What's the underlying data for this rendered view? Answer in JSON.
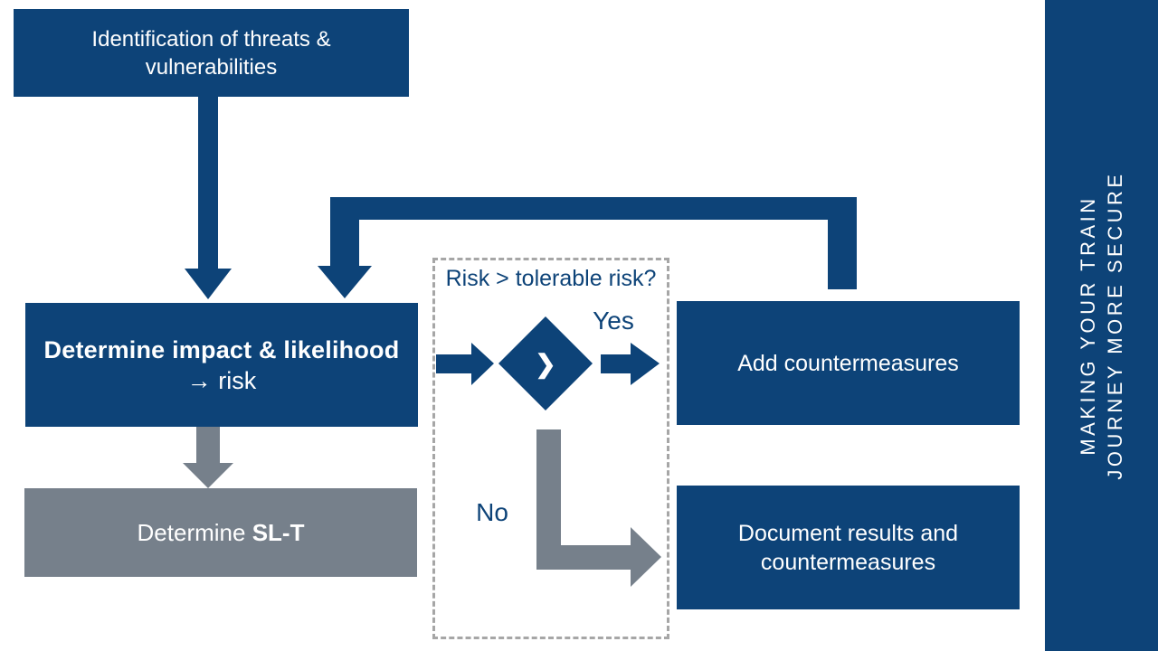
{
  "colors": {
    "navy": "#0d4378",
    "gray": "#76808b",
    "dash": "#a6a6a6",
    "white": "#ffffff"
  },
  "boxes": {
    "identify": {
      "label": "Identification of threats & vulnerabilities"
    },
    "impact": {
      "line1": "Determine impact & likelihood",
      "line2": "→ risk"
    },
    "slt": {
      "prefix": "Determine ",
      "bold": "SL-T"
    },
    "add": {
      "label": "Add countermeasures"
    },
    "document": {
      "label": "Document results and countermeasures"
    }
  },
  "decision": {
    "question": "Risk > tolerable risk?",
    "diamond_glyph": "❯",
    "yes_label": "Yes",
    "no_label": "No"
  },
  "sidebar": {
    "tagline_line1": "MAKING YOUR TRAIN",
    "tagline_line2": "JOURNEY MORE SECURE"
  }
}
